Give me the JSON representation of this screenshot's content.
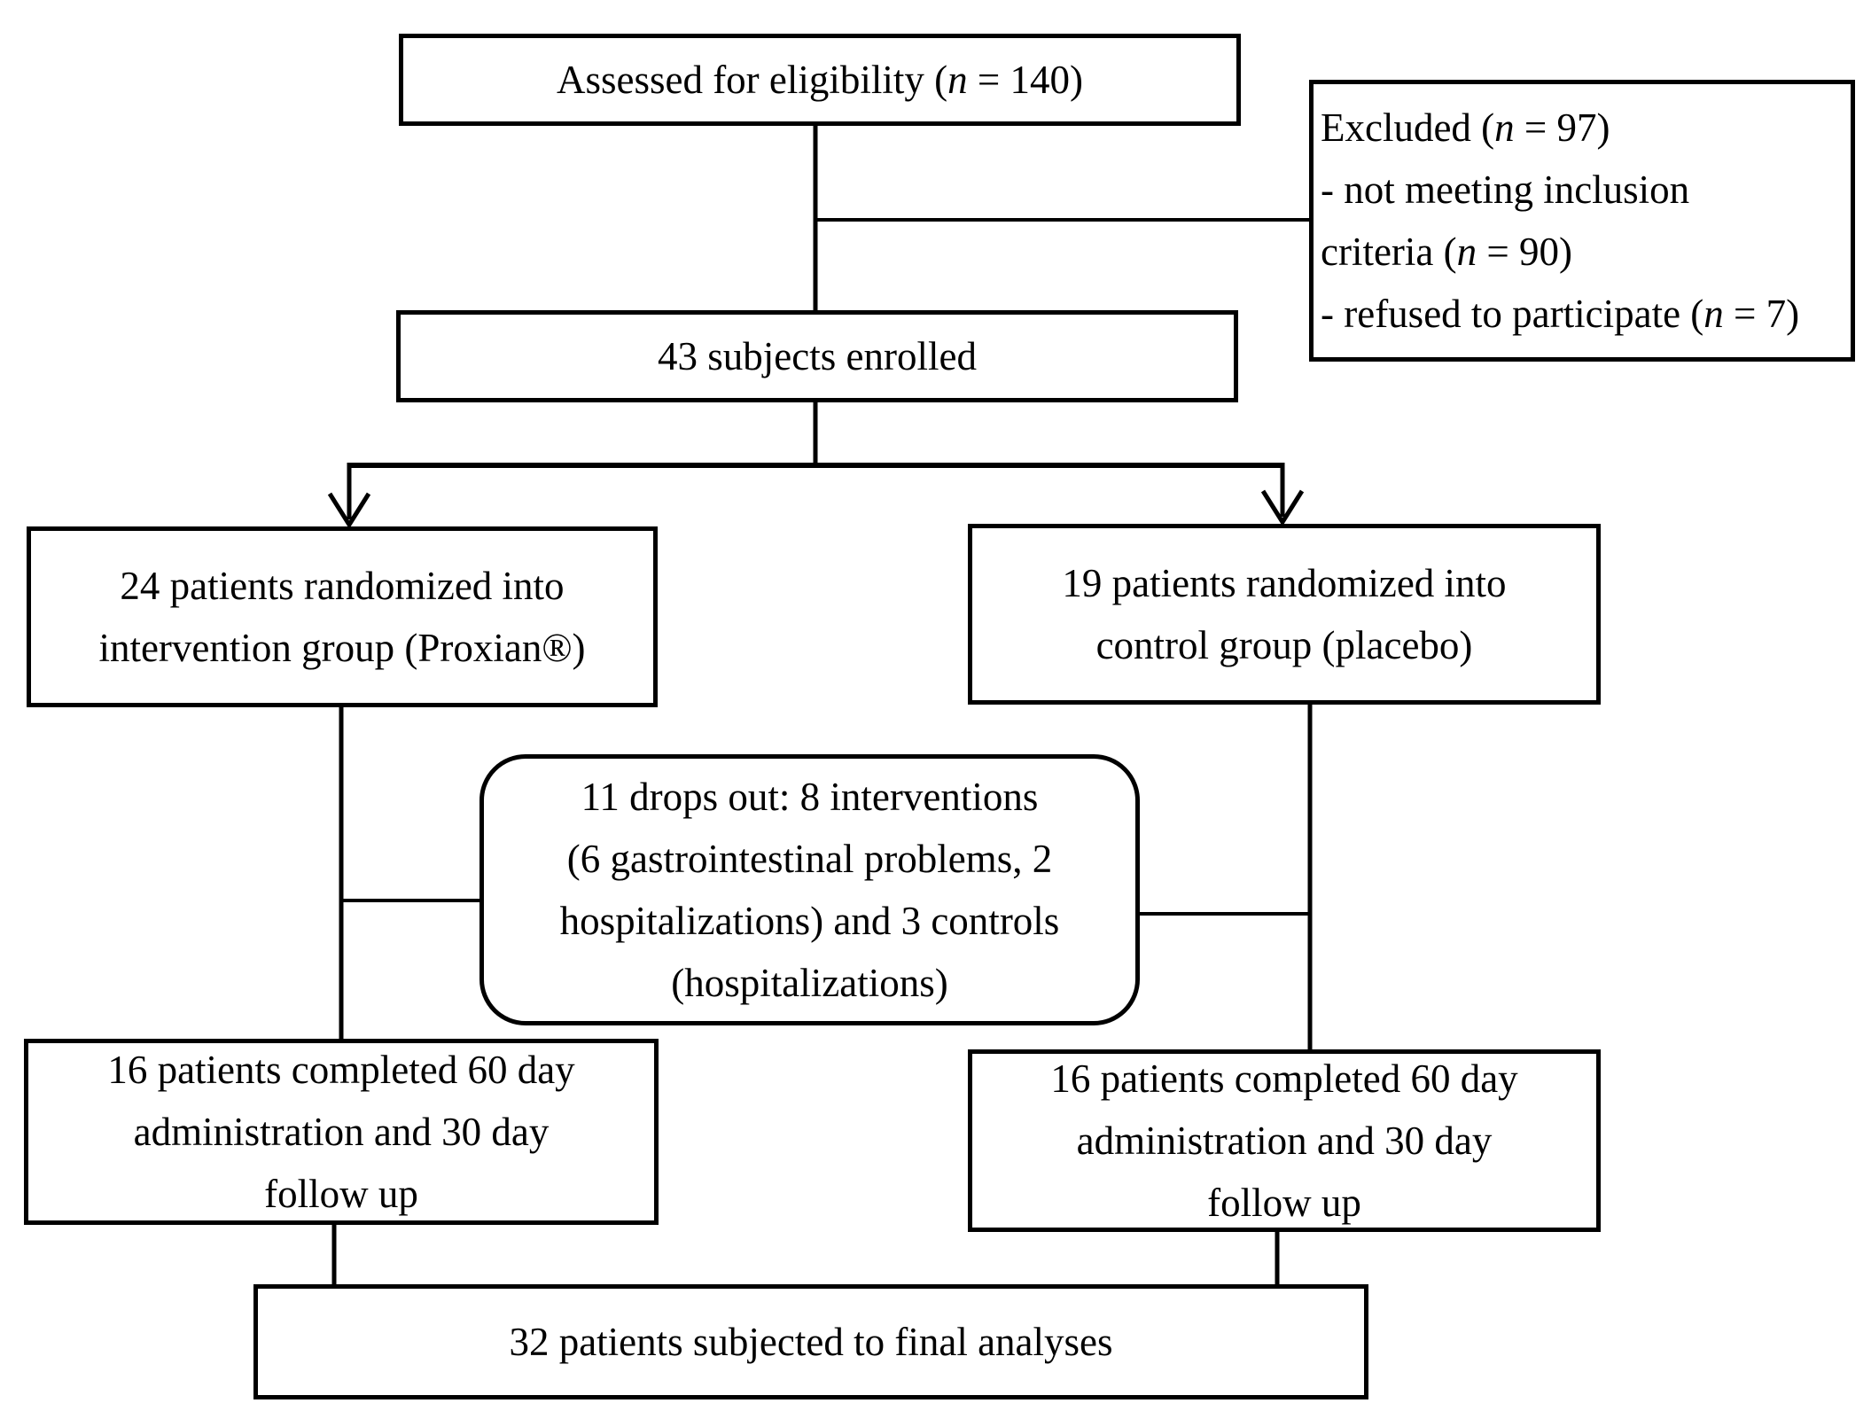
{
  "diagram": {
    "title": "Patient flow diagram (randomized controlled trial enrollment)",
    "colors": {
      "background": "#ffffff",
      "ink": "#000000"
    },
    "boxes": {
      "assessed": {
        "text": "Assessed for eligibility (n = 140)"
      },
      "excluded": {
        "lines": [
          "Excluded (n = 97)",
          "- not meeting inclusion",
          "criteria (n = 90)",
          "- refused to participate (n = 7)"
        ]
      },
      "enrolled": {
        "text": "43 subjects enrolled"
      },
      "randomized_intervention": {
        "lines": [
          "24 patients randomized into",
          "intervention group (Proxian®)"
        ]
      },
      "randomized_control": {
        "lines": [
          "19 patients randomized into",
          "control group (placebo)"
        ]
      },
      "dropout": {
        "lines": [
          "11 drops out: 8 interventions",
          "(6 gastrointestinal problems, 2",
          "hospitalizations) and 3 controls",
          "(hospitalizations)"
        ]
      },
      "completed_intervention": {
        "lines": [
          "16 patients completed 60 day",
          "administration and 30 day",
          "follow up"
        ]
      },
      "completed_control": {
        "lines": [
          "16 patients completed 60 day",
          "administration and 30 day",
          "follow up"
        ]
      },
      "final_analysis": {
        "text": "32 patients subjected to final analyses"
      }
    },
    "edges": [
      {
        "from": "assessed",
        "to": "enrolled",
        "arrow": false
      },
      {
        "from": "assessed",
        "to": "excluded",
        "arrow": false
      },
      {
        "from": "enrolled",
        "to": "randomized_intervention",
        "arrow": true
      },
      {
        "from": "enrolled",
        "to": "randomized_control",
        "arrow": true
      },
      {
        "from": "randomized_intervention",
        "to": "completed_intervention",
        "arrow": false
      },
      {
        "from": "randomized_control",
        "to": "completed_control",
        "arrow": false
      },
      {
        "from": "randomized_intervention",
        "to": "dropout",
        "arrow": false
      },
      {
        "from": "randomized_control",
        "to": "dropout",
        "arrow": false
      },
      {
        "from": "completed_intervention",
        "to": "final_analysis",
        "arrow": false
      },
      {
        "from": "completed_control",
        "to": "final_analysis",
        "arrow": false
      }
    ]
  }
}
